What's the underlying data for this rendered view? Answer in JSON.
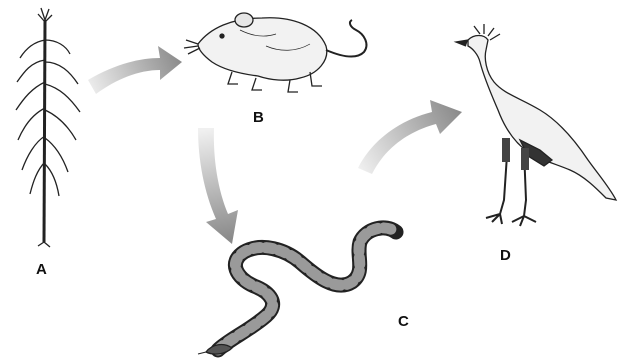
{
  "labels": {
    "a": "A",
    "b": "B",
    "c": "C",
    "d": "D"
  },
  "organisms": [
    {
      "label": "A",
      "icon": "corn-plant-icon"
    },
    {
      "label": "B",
      "icon": "mouse-icon"
    },
    {
      "label": "C",
      "icon": "snake-icon"
    },
    {
      "label": "D",
      "icon": "secretary-bird-icon"
    }
  ],
  "arrows": [
    {
      "from": "A",
      "to": "B"
    },
    {
      "from": "B",
      "to": "C"
    },
    {
      "from": "C",
      "to": "D"
    }
  ],
  "colors": {
    "arrow_light": "#e8e8e8",
    "arrow_dark": "#8a8a8a",
    "ink": "#222222"
  }
}
